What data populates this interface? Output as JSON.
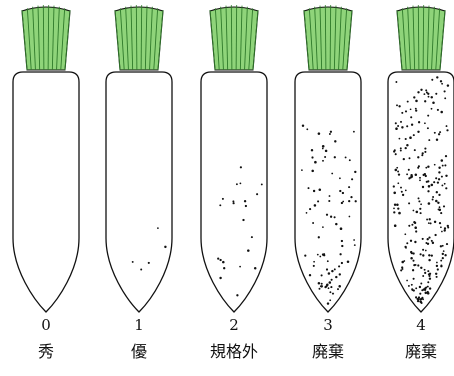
{
  "colors": {
    "background": "#ffffff",
    "outline": "#111111",
    "leaf_fill": "#8fd47a",
    "leaf_stripe": "#2f7a2a",
    "spot": "#111111"
  },
  "radishes": [
    {
      "grade": "0",
      "name": "秀",
      "spot_level": "none"
    },
    {
      "grade": "1",
      "name": "優",
      "spot_level": "few"
    },
    {
      "grade": "2",
      "name": "規格外",
      "spot_level": "scattered"
    },
    {
      "grade": "3",
      "name": "廃棄",
      "spot_level": "many"
    },
    {
      "grade": "4",
      "name": "廃棄",
      "spot_level": "dense"
    }
  ]
}
